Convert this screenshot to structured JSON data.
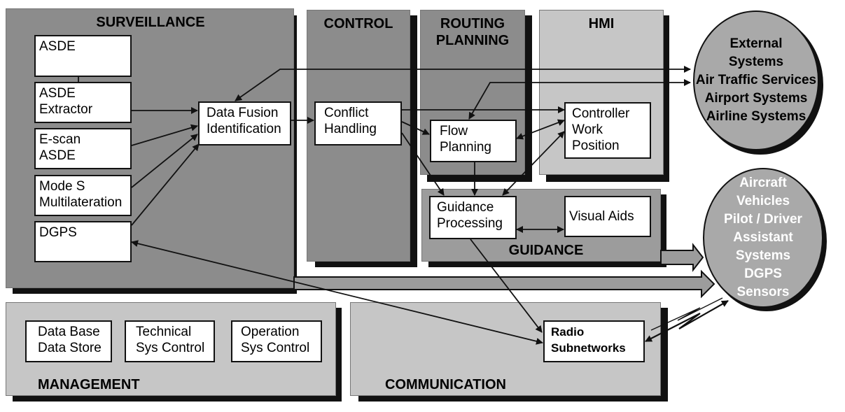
{
  "panels": {
    "surveillance": "SURVEILLANCE",
    "control": "CONTROL",
    "routing": [
      "ROUTING",
      "PLANNING"
    ],
    "hmi": "HMI",
    "guidance": "GUIDANCE",
    "management": "MANAGEMENT",
    "communication": "COMMUNICATION"
  },
  "boxes": {
    "asde": [
      "ASDE"
    ],
    "asde_extractor": [
      "ASDE",
      "Extractor"
    ],
    "escan": [
      "E-scan",
      "ASDE"
    ],
    "modes": [
      "Mode S",
      "Multilateration"
    ],
    "dgps": [
      "DGPS"
    ],
    "data_fusion": [
      "Data Fusion",
      "Identification"
    ],
    "conflict": [
      "Conflict",
      "Handling"
    ],
    "flow": [
      "Flow",
      "Planning"
    ],
    "controller": [
      "Controller",
      "Work",
      "Position"
    ],
    "guidance_proc": [
      "Guidance",
      "Processing"
    ],
    "visual_aids": [
      "Visual Aids"
    ],
    "database": [
      "Data Base",
      "Data Store"
    ],
    "technical": [
      "Technical",
      "Sys Control"
    ],
    "operation": [
      "Operation",
      "Sys Control"
    ],
    "radio": [
      "Radio",
      "Subnetworks"
    ]
  },
  "external": [
    "External",
    "Systems",
    "Air Traffic Services",
    "Airport Systems",
    "Airline Systems"
  ],
  "aircraft": [
    "Aircraft",
    "Vehicles",
    "Pilot / Driver",
    "Assistant Systems",
    "DGPS",
    "Sensors"
  ],
  "colors": {
    "dark_panel": "#8c8c8c",
    "light_panel": "#c6c6c6",
    "shadow": "#111111",
    "circle": "#a9a9a9"
  }
}
